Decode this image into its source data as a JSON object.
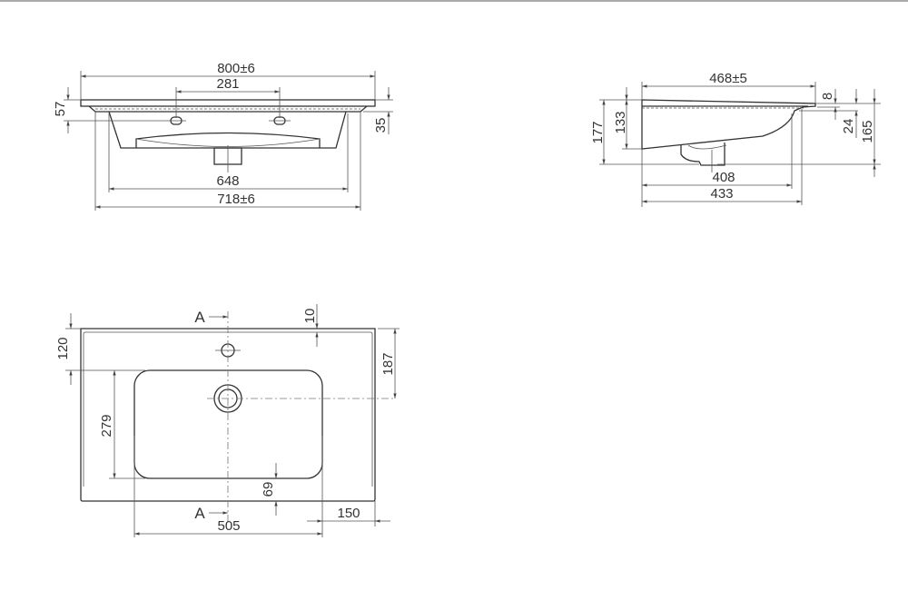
{
  "front_view": {
    "overall_width": "800±6",
    "tap_hole_spacing": "281",
    "height_57": "57",
    "height_35": "35",
    "body_width": "648",
    "bottom_width": "718±6"
  },
  "side_view": {
    "depth": "468±5",
    "rim_8": "8",
    "dim_24": "24",
    "dim_165": "165",
    "dim_177": "177",
    "dim_133": "133",
    "dim_408": "408",
    "dim_433": "433"
  },
  "top_view": {
    "section_label_top": "A",
    "section_label_bottom": "A",
    "dim_10": "10",
    "dim_120": "120",
    "dim_187": "187",
    "dim_279": "279",
    "dim_69": "69",
    "dim_505": "505",
    "dim_150": "150"
  }
}
